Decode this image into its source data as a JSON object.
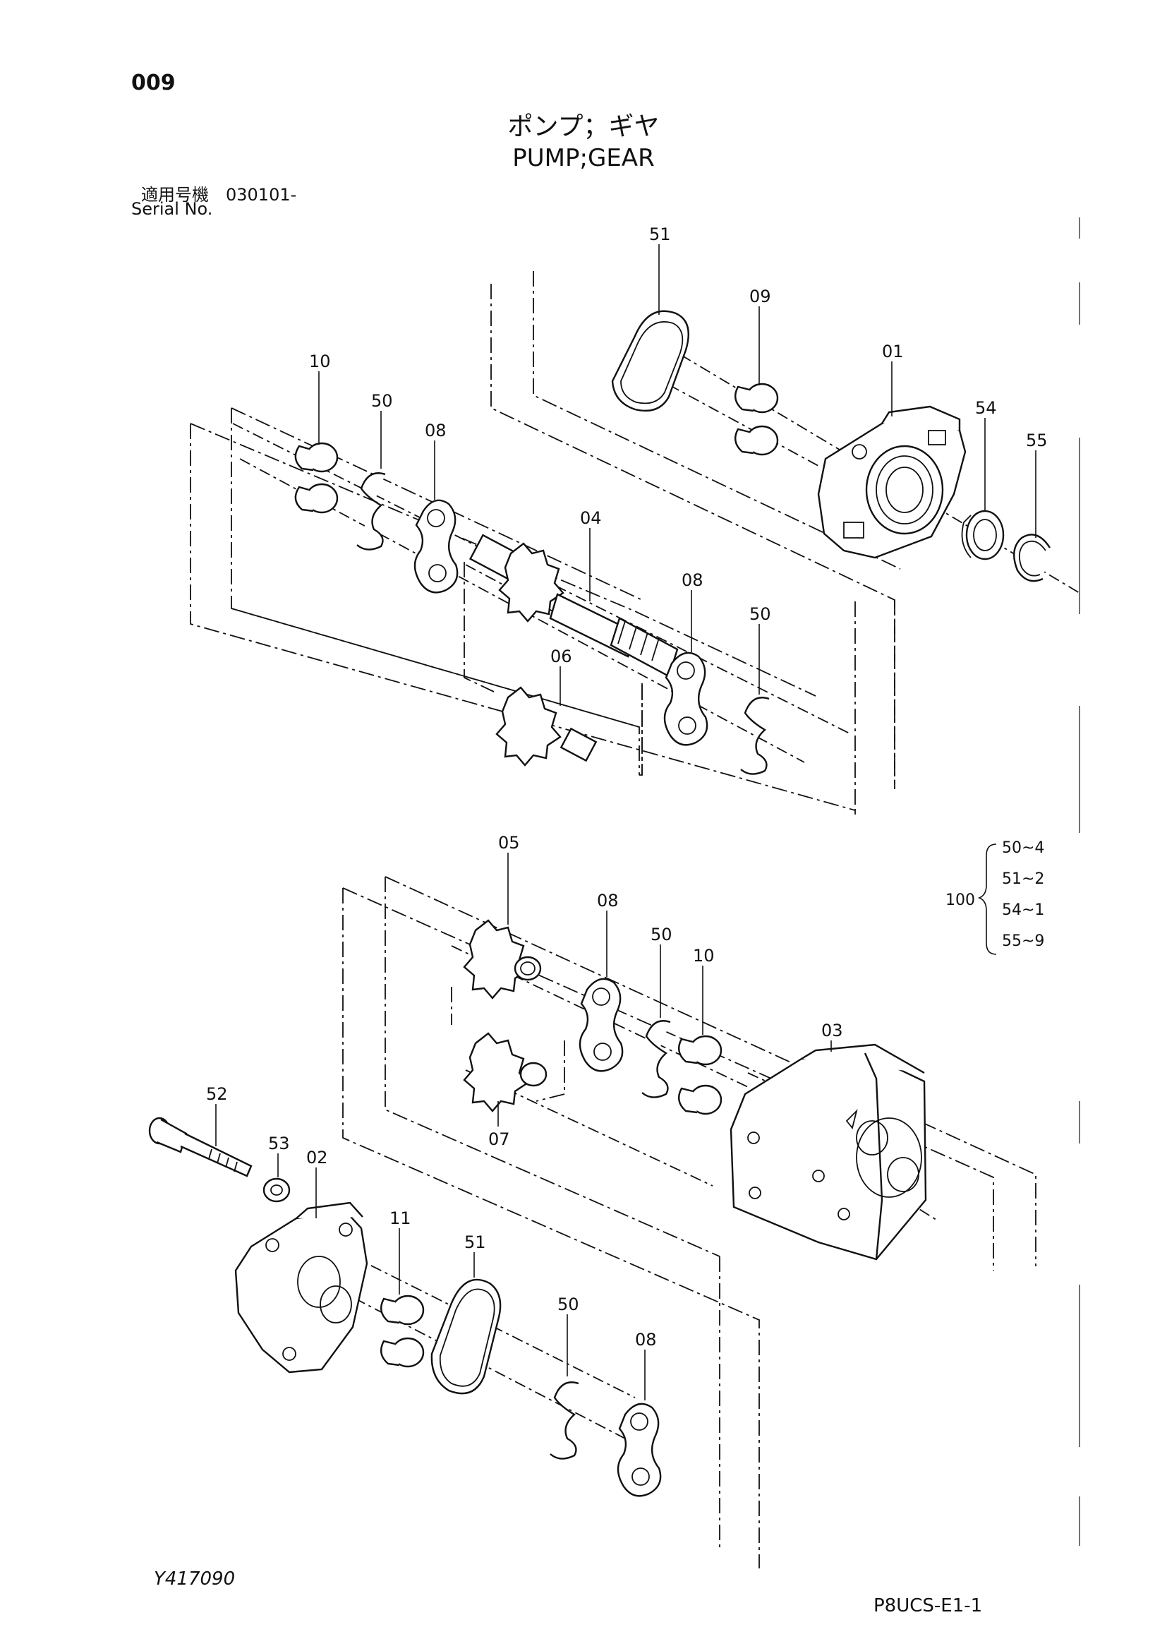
{
  "header": {
    "page_number": "009",
    "title_jp": "ポンプ；ギヤ",
    "title_en": "PUMP;GEAR",
    "serial_label_jp": "適用号機　030101-",
    "serial_label_en": "Serial No."
  },
  "callouts": {
    "c51_top": "51",
    "c09": "09",
    "c01": "01",
    "c54": "54",
    "c55": "55",
    "c10_top": "10",
    "c50_top": "50",
    "c08_top": "08",
    "c04": "04",
    "c08_mid": "08",
    "c50_mid": "50",
    "c06": "06",
    "c05": "05",
    "c08_low": "08",
    "c50_low": "50",
    "c10_low": "10",
    "c03": "03",
    "c07": "07",
    "c52": "52",
    "c53": "53",
    "c02": "02",
    "c11": "11",
    "c51_bot": "51",
    "c50_bot": "50",
    "c08_bot": "08"
  },
  "kit": {
    "number": "100",
    "items": [
      "50~4",
      "51~2",
      "54~1",
      "55~9"
    ]
  },
  "footer": {
    "drawing_number": "Y417090",
    "page_code": "P8UCS-E1-1"
  }
}
